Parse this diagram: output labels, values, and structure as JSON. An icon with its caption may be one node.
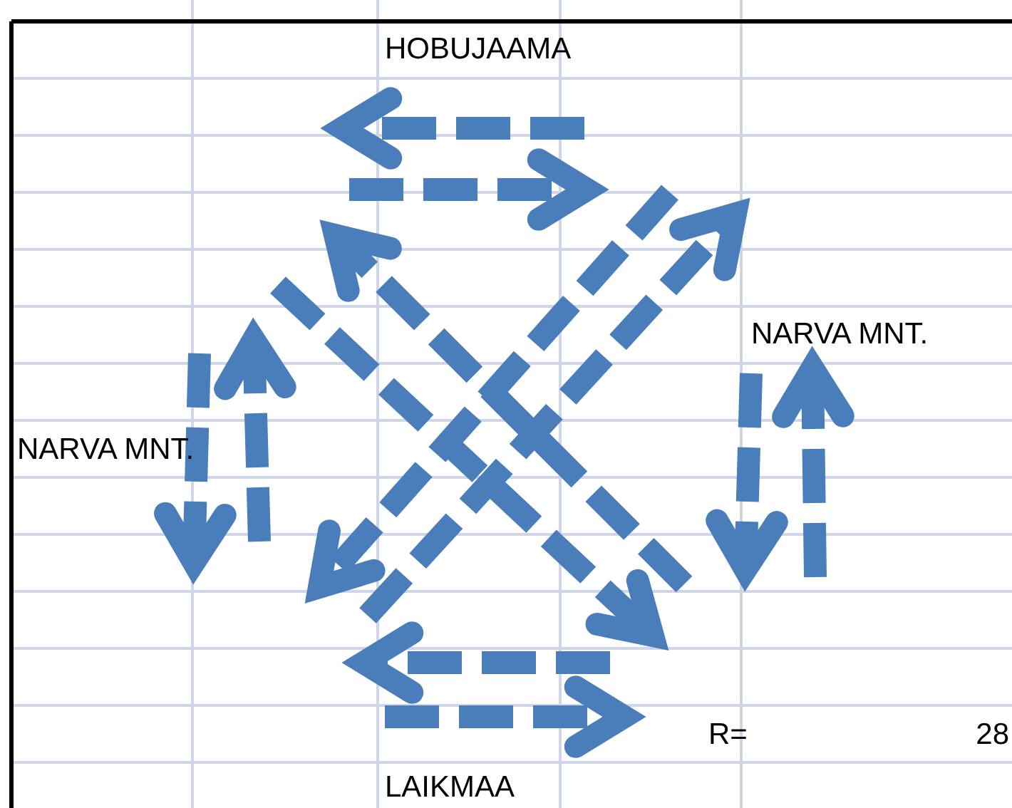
{
  "diagram": {
    "labels": [
      "HOBUJAAMA",
      "NARVA MNT.",
      "NARVA MNT.",
      "R=",
      "28",
      "LAIKMAA"
    ]
  }
}
